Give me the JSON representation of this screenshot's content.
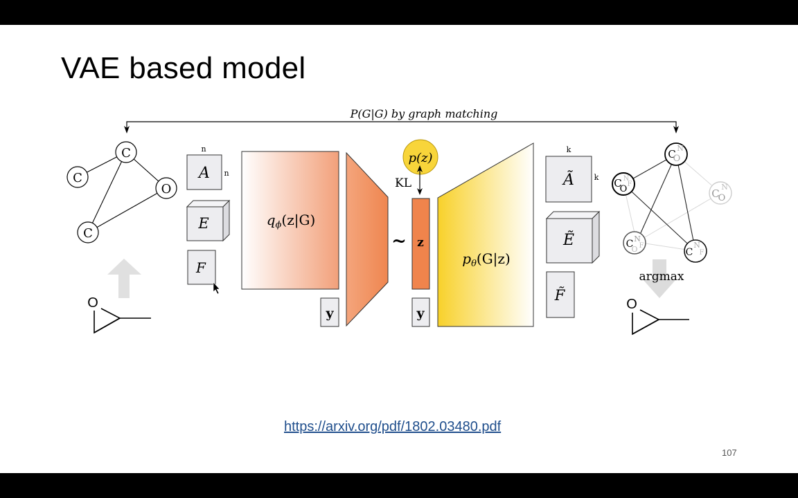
{
  "slide": {
    "title": "VAE based model",
    "reference_link": "https://arxiv.org/pdf/1802.03480.pdf",
    "page_number": "107"
  },
  "diagram": {
    "top_label": "P(G|G) by graph matching",
    "input_graph": {
      "nodes": [
        "C",
        "C",
        "O",
        "C"
      ]
    },
    "input_matrices": {
      "A": "A",
      "E": "E",
      "F": "F",
      "dim_top": "n",
      "dim_side": "n"
    },
    "encoder_label_q": "q",
    "encoder_label_sub": "ϕ",
    "encoder_label_rest": "(z|G)",
    "y_label": "y",
    "tilde": "~",
    "z_label": "z",
    "prior_label": "p(z)",
    "kl_label": "KL",
    "decoder_label_p": "p",
    "decoder_label_sub": "θ",
    "decoder_label_rest": "(G|z)",
    "output_matrices": {
      "A": "Ã",
      "E": "Ẽ",
      "F": "F̃",
      "dim_top": "k",
      "dim_side": "k"
    },
    "output_graph": {
      "nodes": [
        {
          "main": "C",
          "alts": [
            "N",
            "O"
          ]
        },
        {
          "main": "C",
          "alts": [
            "O",
            "N",
            "F"
          ]
        },
        {
          "main": "C",
          "alts": [
            "N",
            "O"
          ]
        },
        {
          "main": "C",
          "alts": [
            "N",
            "O",
            "F"
          ]
        },
        {
          "main": "C",
          "alts": [
            "N",
            "F"
          ]
        }
      ]
    },
    "argmax_label": "argmax",
    "molecule_atom": "O",
    "colors": {
      "encoder_orange": "#f0844c",
      "decoder_yellow": "#f8d22c",
      "matrix_fill": "#ededf0",
      "arrow_gray": "#dcdcdc"
    }
  }
}
